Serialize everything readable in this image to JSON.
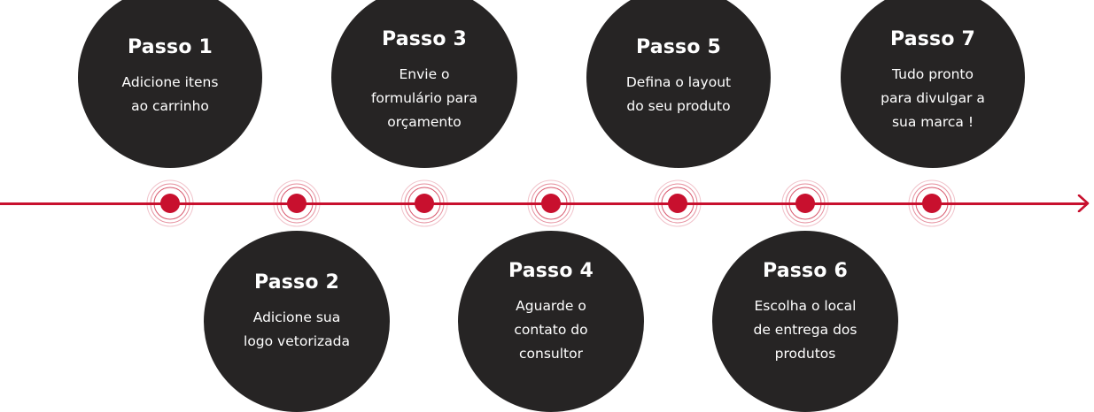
{
  "colors": {
    "accent": "#c8102e",
    "circle_fill": "#262424",
    "text": "#ffffff"
  },
  "steps": [
    {
      "title": "Passo 1",
      "lines": [
        "Adicione itens",
        "ao carrinho"
      ]
    },
    {
      "title": "Passo 2",
      "lines": [
        "Adicione sua",
        "logo vetorizada"
      ]
    },
    {
      "title": "Passo 3",
      "lines": [
        "Envie o",
        "formulário para",
        "orçamento"
      ]
    },
    {
      "title": "Passo 4",
      "lines": [
        "Aguarde o",
        "contato do",
        "consultor"
      ]
    },
    {
      "title": "Passo 5",
      "lines": [
        "Defina o layout",
        "do seu produto"
      ]
    },
    {
      "title": "Passo 6",
      "lines": [
        "Escolha o local",
        "de entrega dos",
        "produtos"
      ]
    },
    {
      "title": "Passo 7",
      "lines": [
        "Tudo pronto",
        "para divulgar a",
        "sua marca !"
      ]
    }
  ]
}
